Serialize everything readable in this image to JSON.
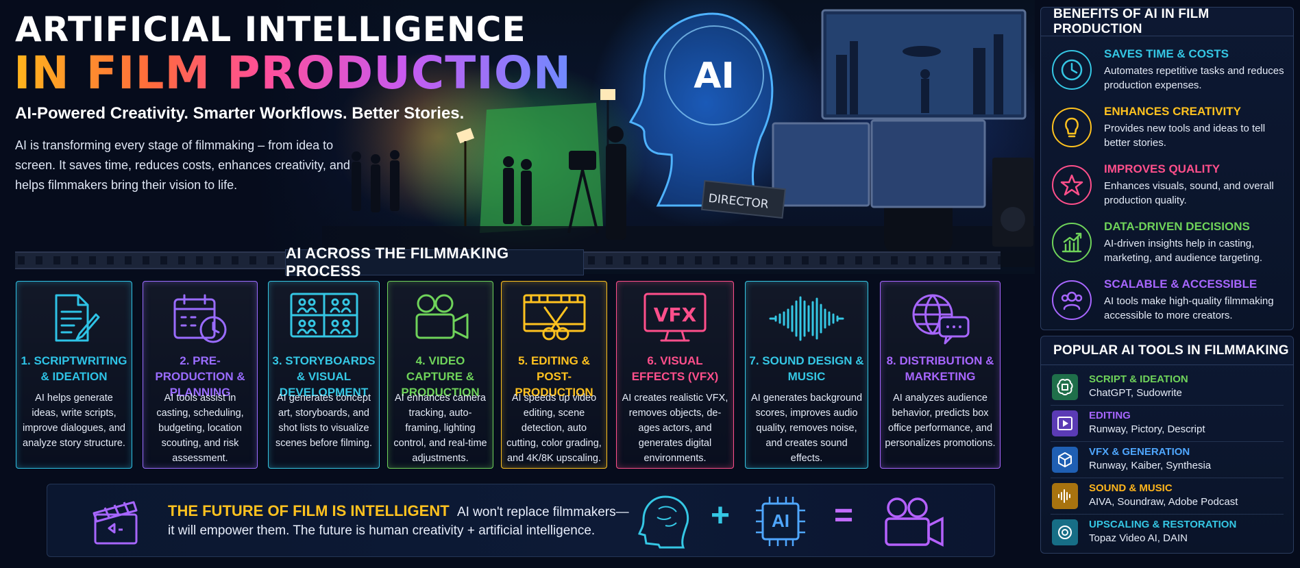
{
  "header": {
    "title_line1": "ARTIFICIAL INTELLIGENCE",
    "title_line2": "IN FILM PRODUCTION",
    "tagline": "AI-Powered Creativity. Smarter Workflows. Better Stories.",
    "intro": "AI is transforming every stage of filmmaking – from idea to screen. It saves time, reduces costs, enhances creativity, and helps filmmakers bring their vision to life."
  },
  "scene": {
    "ai_head_label": "AI",
    "director_chair_label": "DIRECTOR"
  },
  "process": {
    "heading": "AI ACROSS THE FILMMAKING PROCESS",
    "stages": [
      {
        "title": "1. SCRIPTWRITING & IDEATION",
        "desc": "AI helps generate ideas, write scripts, improve dialogues, and analyze story structure.",
        "color": "#2ec3e6",
        "icon": "document-pen-icon"
      },
      {
        "title": "2. PRE-PRODUCTION & PLANNING",
        "desc": "AI tools assist in casting, scheduling, budgeting, location scouting, and risk assessment.",
        "color": "#9a6cff",
        "icon": "calendar-clock-icon"
      },
      {
        "title": "3. STORYBOARDS & VISUAL DEVELOPMENT",
        "desc": "AI generates concept art, storyboards, and shot lists to visualize scenes before filming.",
        "color": "#35c7e4",
        "icon": "storyboard-icon"
      },
      {
        "title": "4. VIDEO CAPTURE & PRODUCTION",
        "desc": "AI enhances camera tracking, auto-framing, lighting control, and real-time adjustments.",
        "color": "#6fd35a",
        "icon": "video-camera-icon"
      },
      {
        "title": "5. EDITING & POST-PRODUCTION",
        "desc": "AI speeds up video editing, scene detection, auto cutting, color grading, and 4K/8K upscaling.",
        "color": "#ffc21f",
        "icon": "film-scissors-icon"
      },
      {
        "title": "6. VISUAL EFFECTS (VFX)",
        "desc": "AI creates realistic VFX, removes objects, de-ages actors, and generates digital environments.",
        "color": "#ff4f8b",
        "icon": "vfx-monitor-icon",
        "icon_text": "VFX"
      },
      {
        "title": "7. SOUND DESIGN & MUSIC",
        "desc": "AI generates background scores, improves audio quality, removes noise, and creates sound effects.",
        "color": "#35c7e4",
        "icon": "sound-wave-icon"
      },
      {
        "title": "8. DISTRIBUTION & MARKETING",
        "desc": "AI analyzes audience behavior, predicts box office performance, and personalizes promotions.",
        "color": "#a766ff",
        "icon": "globe-chat-icon"
      }
    ]
  },
  "future": {
    "headline": "THE FUTURE OF FILM IS INTELLIGENT",
    "text1": "AI won't replace filmmakers—",
    "text2": "it will empower them. The future is human creativity + artificial intelligence.",
    "plus": "+",
    "equals": "=",
    "chip_label": "AI"
  },
  "benefits": {
    "title": "BENEFITS OF AI IN FILM PRODUCTION",
    "items": [
      {
        "title": "SAVES TIME & COSTS",
        "desc": "Automates repetitive tasks and reduces production expenses.",
        "color": "#35c7e4",
        "icon": "clock-icon"
      },
      {
        "title": "ENHANCES CREATIVITY",
        "desc": "Provides new tools and ideas to tell better stories.",
        "color": "#ffc21f",
        "icon": "lightbulb-icon"
      },
      {
        "title": "IMPROVES QUALITY",
        "desc": "Enhances visuals, sound, and overall production quality.",
        "color": "#ff4f8b",
        "icon": "star-icon"
      },
      {
        "title": "DATA-DRIVEN DECISIONS",
        "desc": "AI-driven insights help in casting, marketing, and audience targeting.",
        "color": "#6fd35a",
        "icon": "chart-icon"
      },
      {
        "title": "SCALABLE & ACCESSIBLE",
        "desc": "AI tools make high-quality filmmaking accessible to more creators.",
        "color": "#a766ff",
        "icon": "people-icon"
      }
    ]
  },
  "tools": {
    "title": "POPULAR AI TOOLS IN FILMMAKING",
    "items": [
      {
        "title": "SCRIPT & IDEATION",
        "names": "ChatGPT, Sudowrite",
        "color": "#6fd35a",
        "bg": "#1f6f4a",
        "icon": "chatgpt-logo-icon"
      },
      {
        "title": "EDITING",
        "names": "Runway, Pictory, Descript",
        "color": "#a766ff",
        "bg": "#5b3bb5",
        "icon": "play-icon"
      },
      {
        "title": "VFX & GENERATION",
        "names": "Runway, Kaiber, Synthesia",
        "color": "#4fa7ff",
        "bg": "#1f5fb3",
        "icon": "cube-icon"
      },
      {
        "title": "SOUND & MUSIC",
        "names": "AIVA, Soundraw, Adobe Podcast",
        "color": "#ffb51c",
        "bg": "#a8730f",
        "icon": "waveform-icon"
      },
      {
        "title": "UPSCALING & RESTORATION",
        "names": "Topaz Video AI, DAIN",
        "color": "#35c7e4",
        "bg": "#176e86",
        "icon": "restore-icon"
      }
    ]
  }
}
